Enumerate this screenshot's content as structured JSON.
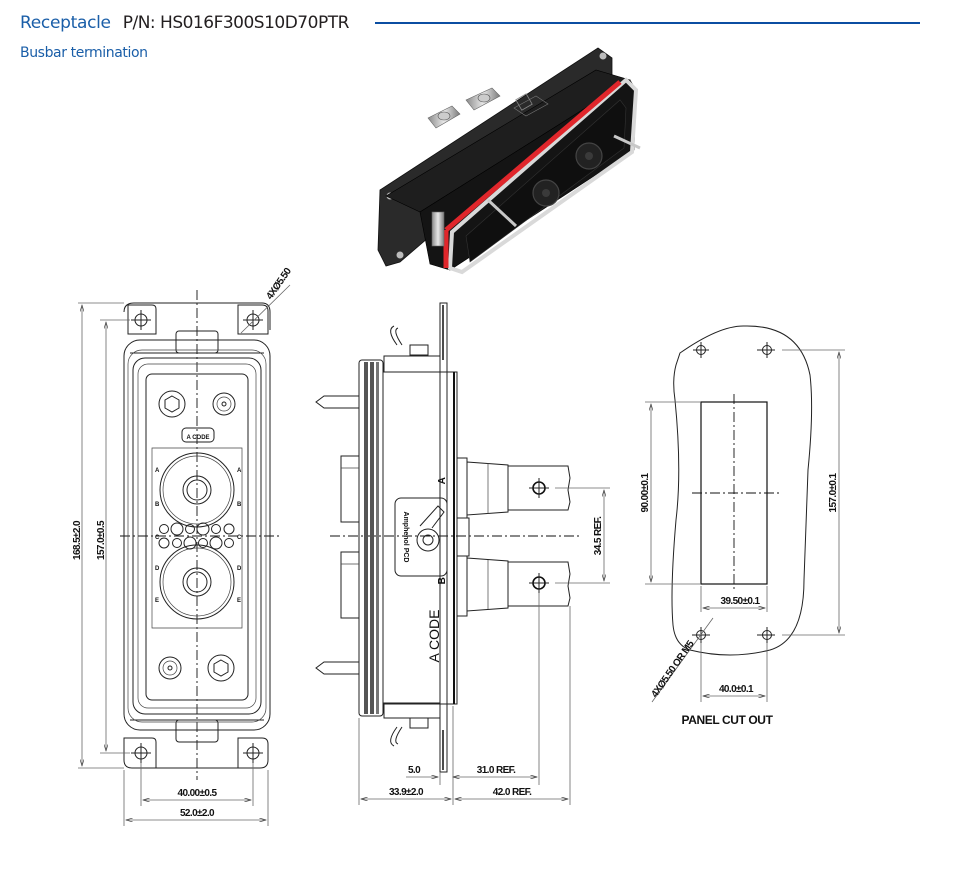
{
  "header": {
    "title": "Receptacle",
    "part_number": "P/N: HS016F300S10D70PTR",
    "subtitle": "Busbar termination",
    "accent_color": "#1a5ea8",
    "rule_color": "#0b4ea2"
  },
  "photo": {
    "icon": "connector-photo",
    "seal_color": "#e0262b",
    "body_color": "#1c1c1c"
  },
  "front_view": {
    "hole_callout": "4XØ5.50",
    "height_overall": "168.5±2.0",
    "height_holes": "157.0±0.5",
    "width_holes": "40.00±0.5",
    "width_overall": "52.0±2.0",
    "code_label": "A CODE",
    "pin_letters": [
      "A",
      "B",
      "C",
      "D",
      "E"
    ]
  },
  "side_view": {
    "logo_text": "Amphenol PCD",
    "terminal_a": "A",
    "terminal_b": "B",
    "code_label": "A CODE",
    "terminal_spacing": "34.5 REF.",
    "flange_thickness": "5.0",
    "hole_offset": "31.0 REF.",
    "rear_depth": "33.9±2.0",
    "front_depth": "42.0 REF."
  },
  "panel_cutout": {
    "title": "PANEL CUT OUT",
    "cutout_height": "90.00±0.1",
    "hole_spacing_vertical": "157.0±0.1",
    "cutout_width": "39.50±0.1",
    "hole_spacing_horizontal": "40.0±0.1",
    "hole_callout": "4XØ5.50 OR M5"
  }
}
